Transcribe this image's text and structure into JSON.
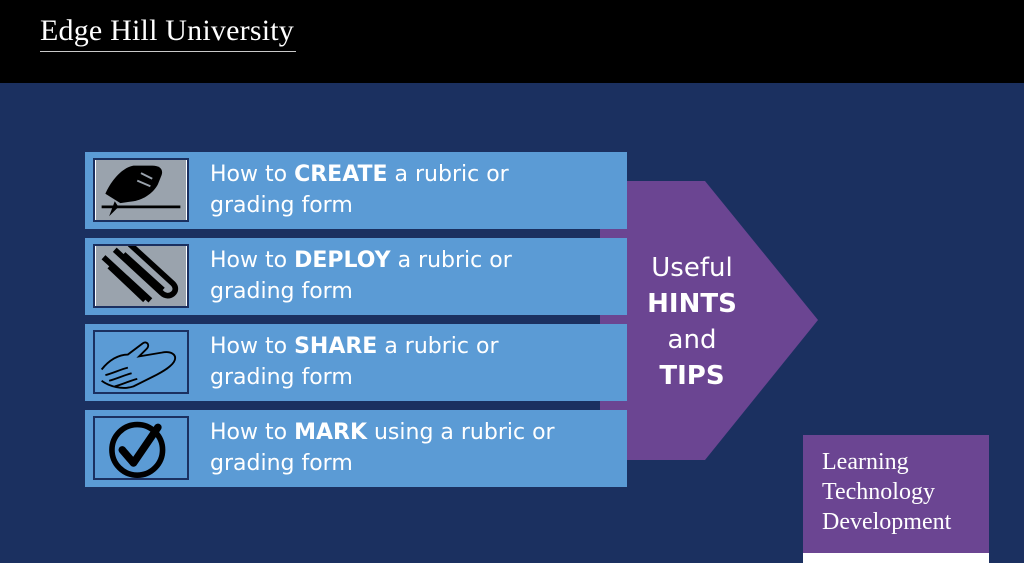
{
  "header": {
    "logo_text": "Edge Hill University"
  },
  "rows": [
    {
      "pre": "How to ",
      "bold": "CREATE",
      "post": " a rubric or",
      "line2": "grading form",
      "icon": "hand-writing-icon"
    },
    {
      "pre": "How to ",
      "bold": "DEPLOY",
      "post": " a rubric or",
      "line2": "grading form",
      "icon": "paperclip-icon"
    },
    {
      "pre": "How to ",
      "bold": "SHARE",
      "post": " a rubric or",
      "line2": "grading form",
      "icon": "open-hand-icon"
    },
    {
      "pre": "How to ",
      "bold": "MARK",
      "post": " using a rubric or",
      "line2": "grading form",
      "icon": "checkmark-circle-icon"
    }
  ],
  "callout": {
    "line1": "Useful",
    "line2": "HINTS",
    "line3": "and",
    "line4": "TIPS"
  },
  "badge": {
    "line1": "Learning",
    "line2": "Technology",
    "line3": "Development"
  },
  "colors": {
    "background": "#1b3060",
    "row": "#5b9bd5",
    "arrow": "#6b4592",
    "badge": "#6b4592",
    "header": "#000000"
  }
}
